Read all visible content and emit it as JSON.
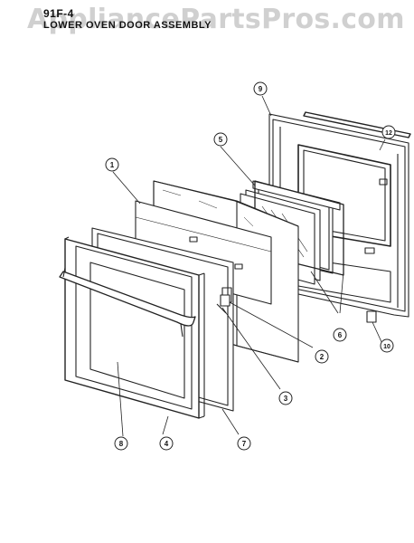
{
  "watermark": "AppliancePartsPros.com",
  "diagram": {
    "code": "91F-4",
    "title": "LOWER OVEN DOOR ASSEMBLY"
  },
  "callouts": [
    {
      "id": "c1",
      "label": "1"
    },
    {
      "id": "c2",
      "label": "2"
    },
    {
      "id": "c3",
      "label": "3"
    },
    {
      "id": "c4",
      "label": "4"
    },
    {
      "id": "c5",
      "label": "5"
    },
    {
      "id": "c6",
      "label": "6"
    },
    {
      "id": "c7",
      "label": "7"
    },
    {
      "id": "c8",
      "label": "8"
    },
    {
      "id": "c9",
      "label": "9"
    },
    {
      "id": "c10",
      "label": "10"
    },
    {
      "id": "c12",
      "label": "12"
    }
  ],
  "colors": {
    "line": "#222222",
    "watermark": "#aaaaaa",
    "background": "#ffffff"
  }
}
